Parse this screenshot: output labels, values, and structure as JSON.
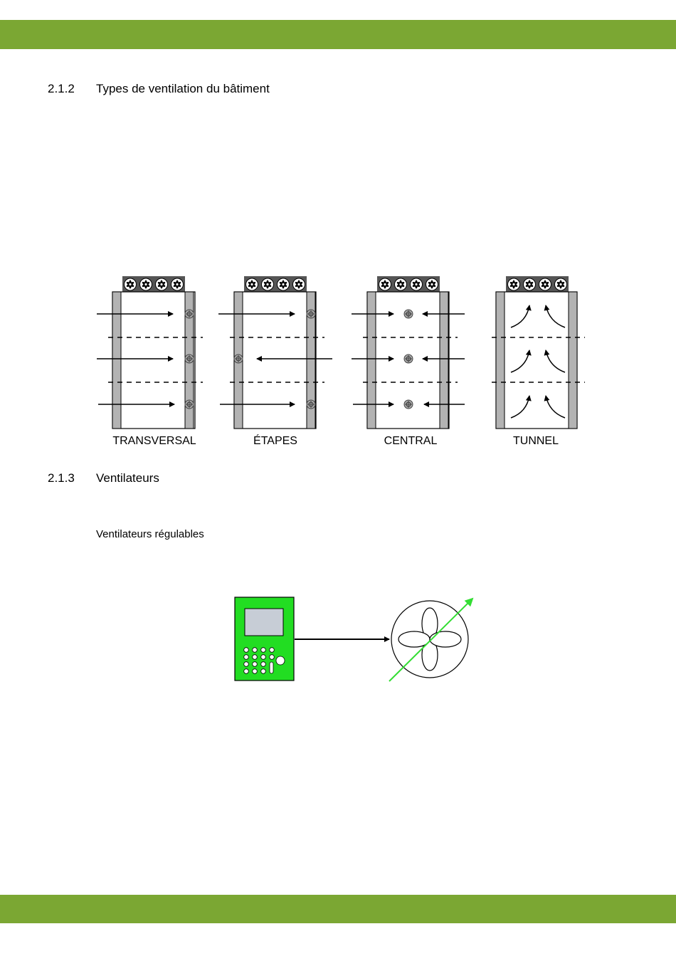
{
  "colors": {
    "band": "#7ba733",
    "controller": "#22dd22",
    "screen": "#c7cdd6",
    "wall": "#b3b3b3",
    "arrow_green": "#33dd33"
  },
  "sections": [
    {
      "number": "2.1.2",
      "title": "Types de ventilation du bâtiment"
    },
    {
      "number": "2.1.3",
      "title": "Ventilateurs"
    }
  ],
  "subheading": "Ventilateurs régulables",
  "diagram_labels": [
    "TRANSVERSAL",
    "ÉTAPES",
    "CENTRAL",
    "TUNNEL"
  ]
}
